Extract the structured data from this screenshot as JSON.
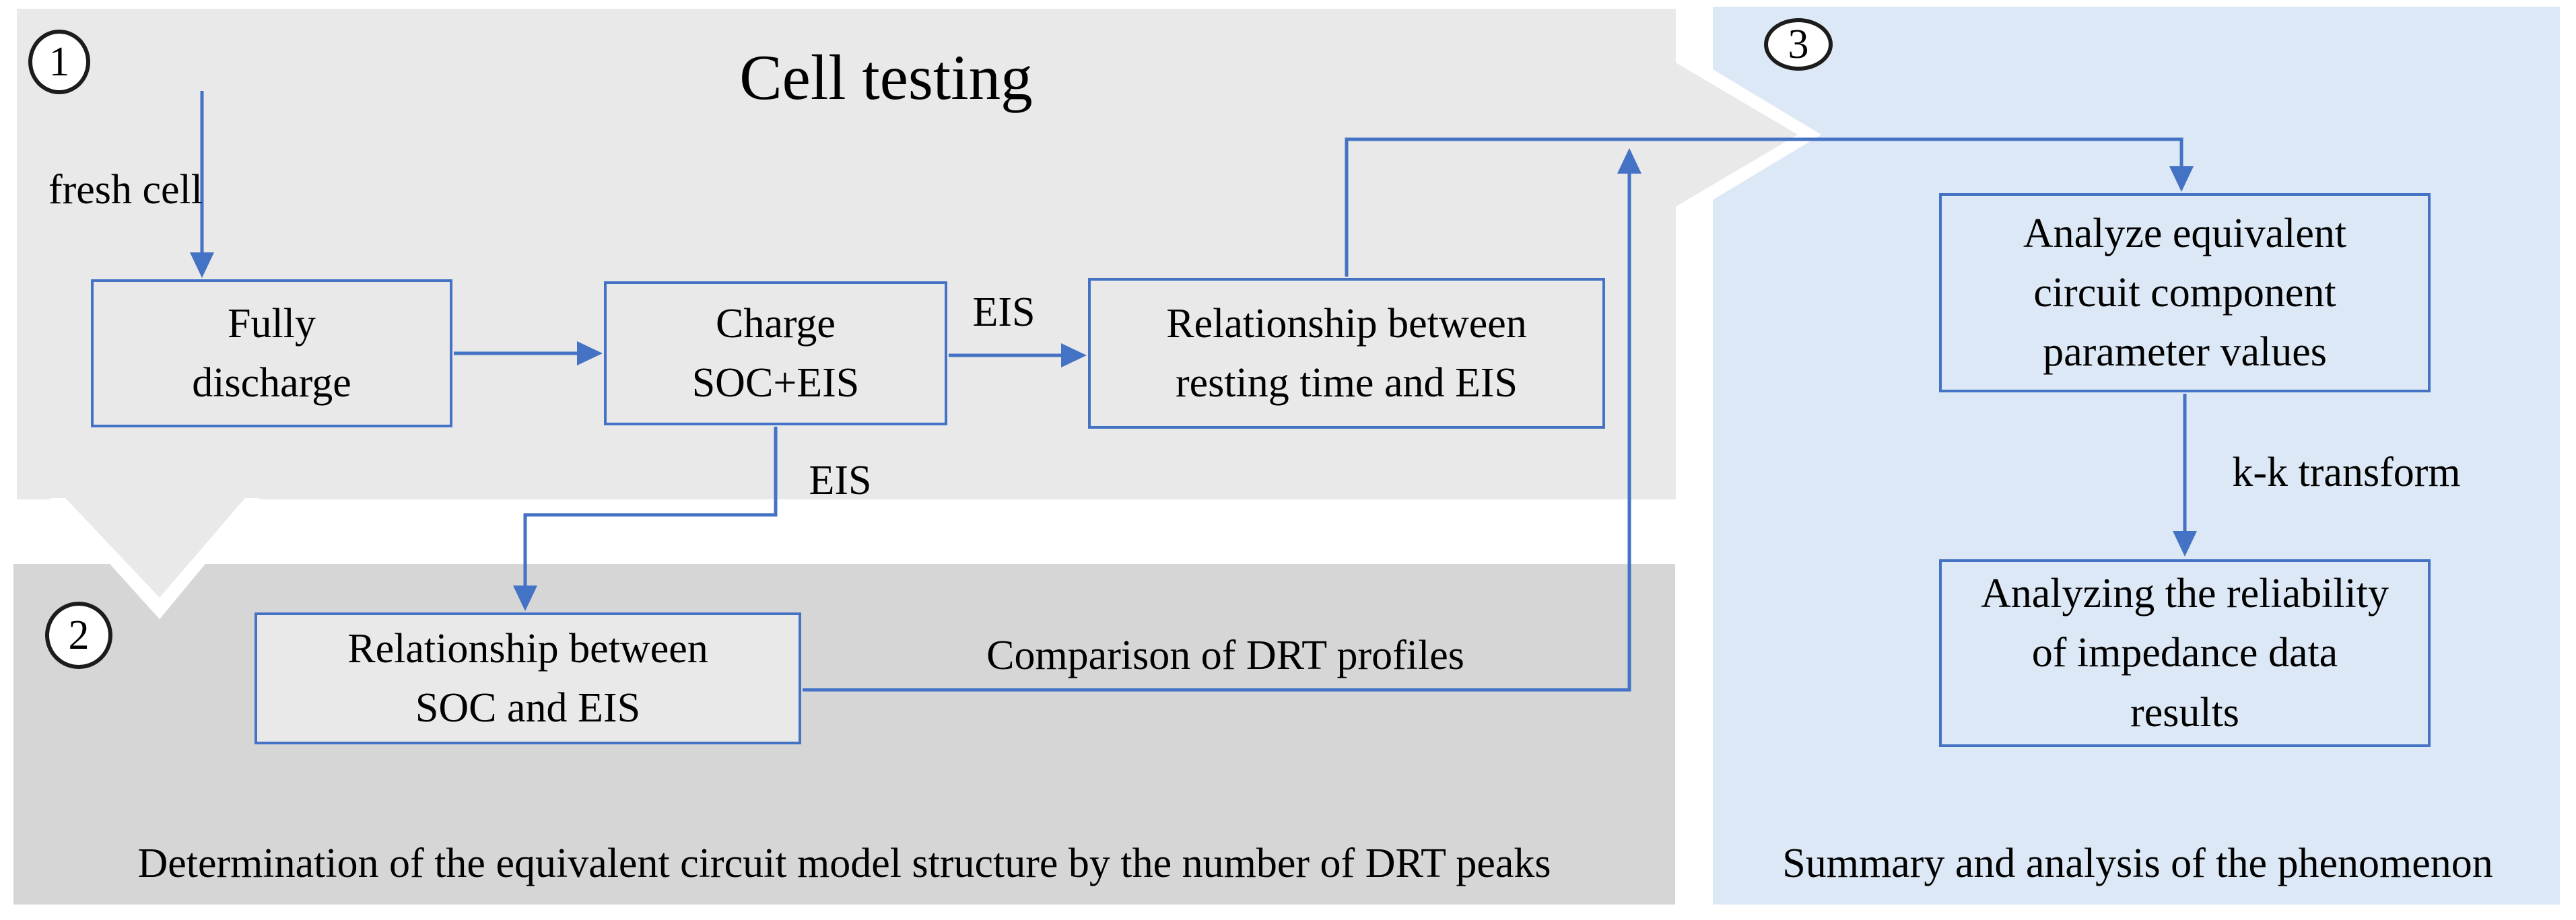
{
  "colors": {
    "panel1_bg": "#e9e9e9",
    "panel2_bg": "#d6d6d6",
    "panel3_bg": "#dce8f5",
    "connector_blue": "#4472c4",
    "box_border_blue": "#4472c4",
    "text": "#000000",
    "badge_border": "#1c1c1c",
    "badge_fill": "#ffffff"
  },
  "badges": {
    "step1": "1",
    "step2": "2",
    "step3": "3"
  },
  "panel1": {
    "title": "Cell testing",
    "fresh_cell_label": "fresh cell",
    "fully_discharge_box": "Fully\ndischarge",
    "charge_box": "Charge\nSOC+EIS",
    "eis_label_right": "EIS",
    "eis_label_below": "EIS",
    "resting_box": "Relationship between\nresting time and EIS"
  },
  "panel2": {
    "soc_box": "Relationship between\nSOC and EIS",
    "comparison_label": "Comparison of DRT profiles",
    "caption": "Determination of the equivalent circuit model structure by the number of DRT peaks"
  },
  "panel3": {
    "analyze_box": "Analyze equivalent\ncircuit component\nparameter values",
    "kk_transform_label": "k-k transform",
    "reliability_box": "Analyzing the reliability\nof impedance data\nresults",
    "caption": "Summary and analysis of the phenomenon"
  }
}
